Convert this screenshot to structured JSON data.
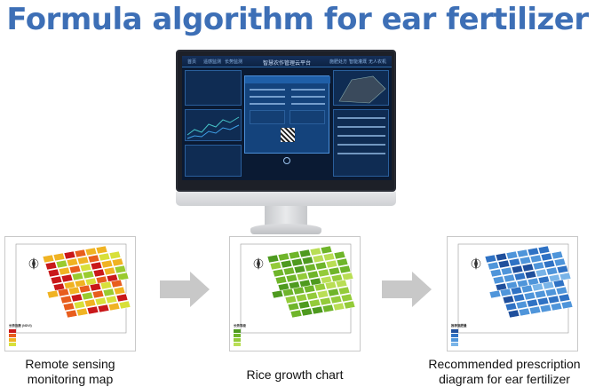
{
  "page": {
    "title": "Formula algorithm for ear fertilizer"
  },
  "monitor": {
    "dashboard_title": "智慧农作管理云平台",
    "nav_left": [
      "首页",
      "遥感监测",
      "长势监测"
    ],
    "nav_right": [
      "施肥处方",
      "智能灌溉",
      "无人农机"
    ]
  },
  "maps": [
    {
      "caption_line1": "Remote sensing",
      "caption_line2": "monitoring map",
      "palette": [
        "#c9181a",
        "#e85d1d",
        "#f0b323",
        "#d8e03a",
        "#9acb2f"
      ],
      "legend_title": "长势指数 (NDVI)"
    },
    {
      "caption_line1": "Rice growth chart",
      "caption_line2": "",
      "palette": [
        "#4e9a1f",
        "#6fb52a",
        "#94cb3a",
        "#b9de55",
        "#d9ee84"
      ],
      "legend_title": "长势等级"
    },
    {
      "caption_line1": "Recommended prescription",
      "caption_line2": "diagram for ear fertilizer",
      "palette": [
        "#1f4f9c",
        "#2f72c4",
        "#4f95da",
        "#79b4e8",
        "#a9d0f3"
      ],
      "legend_title": "推荐施肥量"
    }
  ],
  "colors": {
    "title": "#3d6fb6",
    "arrow": "#c8c8c8"
  }
}
